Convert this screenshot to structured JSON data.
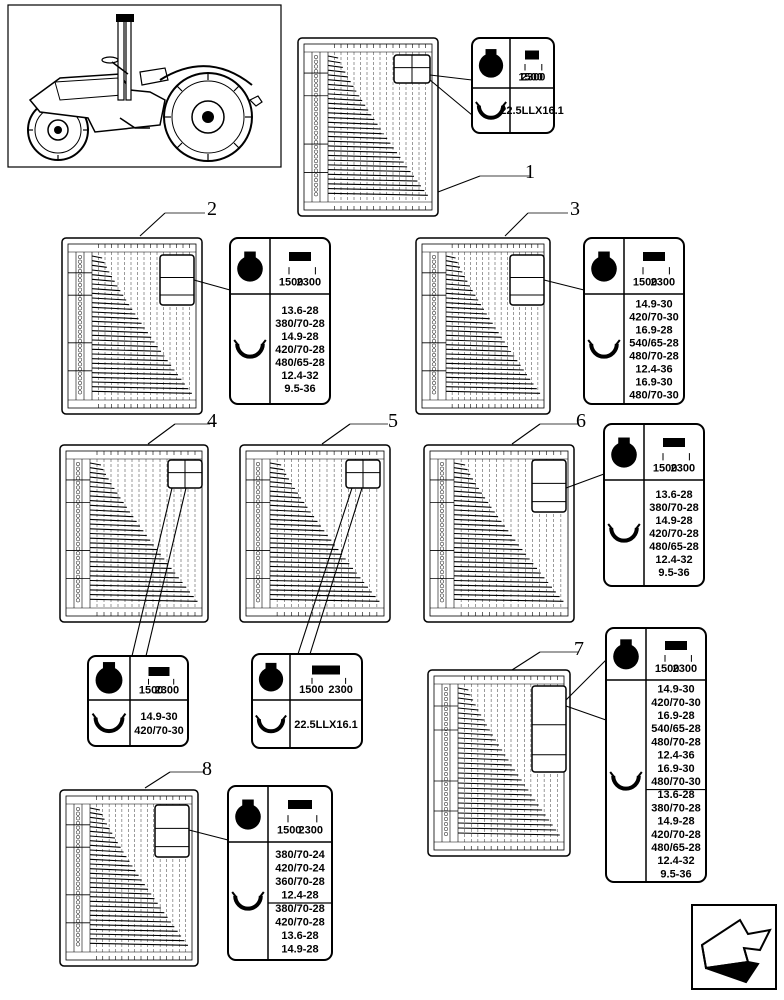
{
  "rpm": {
    "low": "1500",
    "high": "2300"
  },
  "callouts": [
    {
      "id": "1",
      "tires": [
        "22.5LLX16.1"
      ]
    },
    {
      "id": "2",
      "tires": [
        "13.6-28",
        "380/70-28",
        "14.9-28",
        "420/70-28",
        "480/65-28",
        "12.4-32",
        "9.5-36"
      ]
    },
    {
      "id": "3",
      "tires": [
        "14.9-30",
        "420/70-30",
        "16.9-28",
        "540/65-28",
        "480/70-28",
        "12.4-36",
        "16.9-30",
        "480/70-30"
      ]
    },
    {
      "id": "4",
      "tires": [
        "14.9-30",
        "420/70-30"
      ]
    },
    {
      "id": "5",
      "tires": [
        "22.5LLX16.1"
      ]
    },
    {
      "id": "6",
      "tires": [
        "13.6-28",
        "380/70-28",
        "14.9-28",
        "420/70-28",
        "480/65-28",
        "12.4-32",
        "9.5-36"
      ]
    },
    {
      "id": "7",
      "tires": [
        "14.9-30",
        "420/70-30",
        "16.9-28",
        "540/65-28",
        "480/70-28",
        "12.4-36",
        "16.9-30",
        "480/70-30",
        "13.6-28",
        "380/70-28",
        "14.9-28",
        "420/70-28",
        "480/65-28",
        "12.4-32",
        "9.5-36"
      ]
    },
    {
      "id": "8",
      "tires": [
        "380/70-24",
        "420/70-24",
        "360/70-28",
        "12.4-28",
        "380/70-28",
        "420/70-28",
        "13.6-28",
        "14.9-28"
      ]
    }
  ]
}
